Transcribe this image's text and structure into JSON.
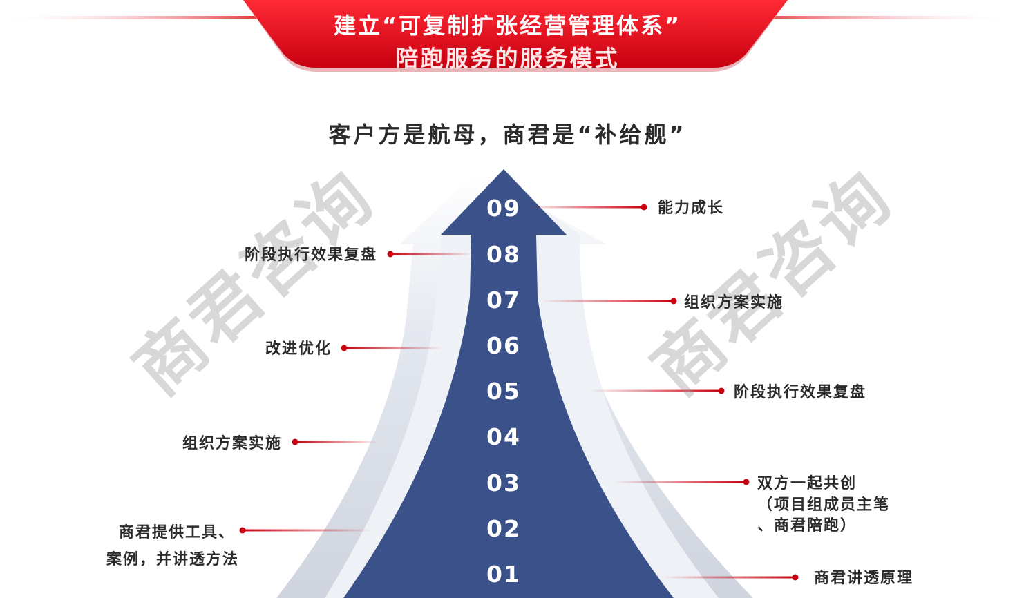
{
  "banner": {
    "line1": "建立“可复制扩张经营管理体系”",
    "line2": "陪跑服务的服务模式",
    "color": "#d7001a"
  },
  "subtitle": "客户方是航母，商君是“补给舰”",
  "watermark": "商君咨询",
  "arrow_color": "#3a5289",
  "connector_color": "#c8000f",
  "steps": [
    {
      "number": "09",
      "label": "能力成长"
    },
    {
      "number": "08",
      "label": "阶段执行效果复盘"
    },
    {
      "number": "07",
      "label": "组织方案实施"
    },
    {
      "number": "06",
      "label": "改进优化"
    },
    {
      "number": "05",
      "label": "阶段执行效果复盘"
    },
    {
      "number": "04",
      "label": "组织方案实施"
    },
    {
      "number": "03",
      "label": "双方一起共创",
      "label_line2": "（项目组成员主笔",
      "label_line3": "、商君陪跑）"
    },
    {
      "number": "02",
      "label": "商君提供工具、",
      "label_line2": "案例，并讲透方法"
    },
    {
      "number": "01",
      "label": "商君讲透原理"
    }
  ]
}
